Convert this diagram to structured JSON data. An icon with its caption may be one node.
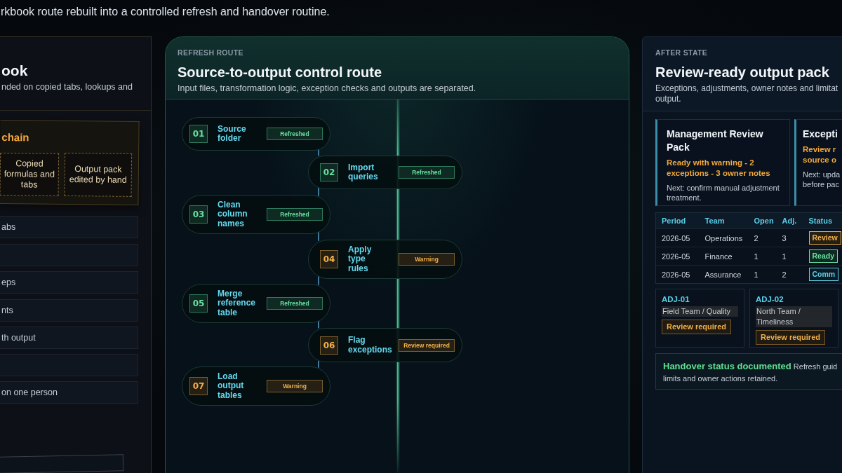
{
  "diagram": {
    "nodes": [
      {
        "text": [
          "ook",
          "nded on copied tabs, lookups and"
        ]
      },
      {
        "text": [
          "chain"
        ],
        "in": 0
      },
      {
        "text": [
          "Copied formulas and tabs"
        ],
        "in": 1
      },
      {
        "text": [
          "Output pack edited by hand"
        ],
        "in": 1
      },
      {
        "text": [
          "abs"
        ],
        "in": 0
      },
      {
        "text": [],
        "shape": "box",
        "in": 0
      },
      {
        "text": [
          "eps"
        ],
        "in": 0
      },
      {
        "text": [
          "nts"
        ],
        "in": 0
      },
      {
        "text": [
          "th output"
        ],
        "in": 0
      },
      {
        "text": [],
        "shape": "box",
        "in": 0
      },
      {
        "text": [
          "on one person"
        ],
        "in": 0
      },
      {
        "text": [],
        "shape": "box",
        "in": 0
      },
      {
        "text": [
          "REFRESH ROUTE",
          "Source-to-output control route",
          "Input files, transformation logic, exception checks and outputs are separated."
        ]
      },
      {
        "text": [
          "01",
          "Source folder",
          "Refreshed"
        ],
        "in": 12
      },
      {
        "text": [
          "02",
          "Import queries",
          "Refreshed"
        ],
        "in": 12
      },
      {
        "text": [
          "03",
          "Clean column names",
          "Refreshed"
        ],
        "in": 12
      },
      {
        "text": [
          "04",
          "Apply type rules",
          "Warning"
        ],
        "in": 12
      },
      {
        "text": [
          "05",
          "Merge reference table",
          "Refreshed"
        ],
        "in": 12
      },
      {
        "text": [
          "06",
          "Flag exceptions",
          "Review required"
        ],
        "in": 12
      },
      {
        "text": [
          "07",
          "Load output tables",
          "Warning"
        ],
        "in": 12
      },
      {
        "text": [
          "AFTER STATE",
          "Review-ready output pack",
          "Exceptions, adjustments, owner notes and limitat output."
        ]
      },
      {
        "text": [
          "Management Review Pack",
          "Ready with warning - 2 exceptions - 3 owner notes",
          "Next: confirm manual adjustment treatment."
        ],
        "in": 20
      },
      {
        "text": [
          "Excepti",
          "Review r source o",
          "Next: upda before pac"
        ],
        "in": 20
      },
      {
        "text": [
          "ADJ-01",
          "Field Team / Quality",
          "Review required"
        ],
        "in": 20
      },
      {
        "text": [
          "ADJ-02",
          "North Team / Timeliness",
          "Review required"
        ],
        "in": 20
      },
      {
        "text": [
          "**Handover status documented** Refresh guid limits and owner actions retained."
        ],
        "in": 20
      }
    ],
    "edges": [
      {
        "from": 13,
        "to": 14,
        "arrow": "none"
      },
      {
        "from": 14,
        "to": 15,
        "arrow": "none"
      },
      {
        "from": 15,
        "to": 16,
        "arrow": "none"
      },
      {
        "from": 16,
        "to": 17,
        "arrow": "none"
      },
      {
        "from": 17,
        "to": 18,
        "arrow": "none"
      },
      {
        "from": 18,
        "to": 19,
        "arrow": "none"
      }
    ],
    "labels": [
      "rkbook route rebuilt into a controlled refresh and handover routine.",
      "Period",
      "Team",
      "Open",
      "Adj.",
      "Status",
      "2026-05",
      "Operations",
      "2",
      "3",
      "Review",
      "2026-05",
      "Finance",
      "1",
      "1",
      "Ready",
      "2026-05",
      "Assurance",
      "1",
      "2",
      "Comm"
    ]
  }
}
